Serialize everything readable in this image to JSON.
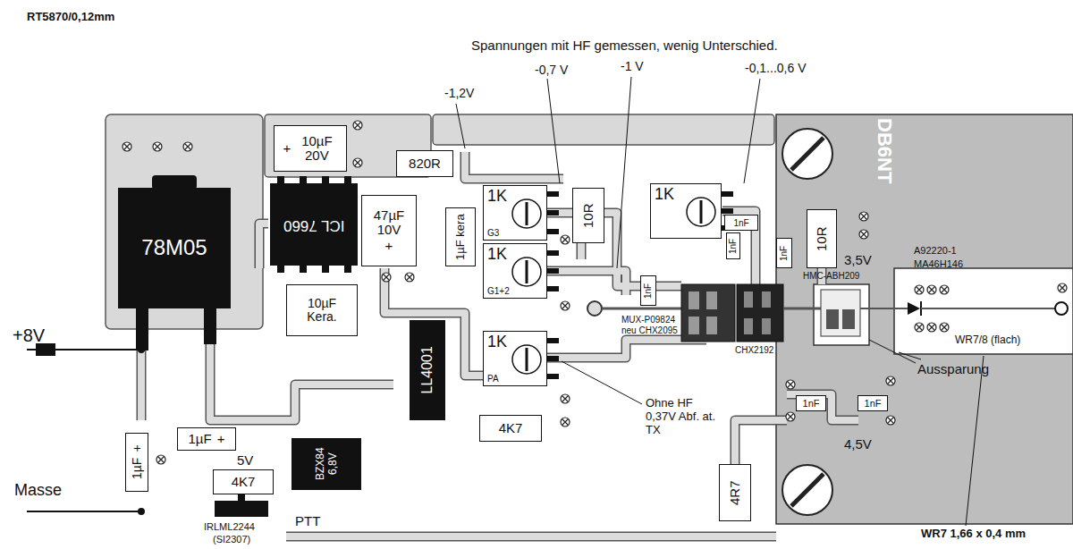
{
  "diagram": {
    "nodes": [
      {
        "text": [
          "78M05"
        ]
      },
      {
        "text": [
          "+",
          "10µF 20V"
        ]
      },
      {
        "text": [
          "ICL 7660"
        ]
      },
      {
        "text": [
          "47µF 10V",
          "+"
        ]
      },
      {
        "text": [
          "820R"
        ]
      },
      {
        "text": [
          "1µF kera"
        ]
      },
      {
        "text": [
          "10µF Kera."
        ]
      },
      {
        "text": [
          "LL4001"
        ]
      },
      {
        "text": [
          "1K",
          "G3"
        ]
      },
      {
        "text": [
          "1K",
          "G1+2"
        ]
      },
      {
        "text": [
          "1K",
          "PA"
        ]
      },
      {
        "text": [
          "10R"
        ]
      },
      {
        "text": [
          "1K"
        ]
      },
      {
        "text": [
          "1nF"
        ]
      },
      {
        "text": [
          "1nF"
        ]
      },
      {
        "text": [
          "1nF"
        ]
      },
      {
        "text": [
          "1nF"
        ]
      },
      {
        "text": [
          "10R"
        ]
      },
      {
        "text": [
          "1nF"
        ]
      },
      {
        "text": [
          "1nF"
        ]
      },
      {
        "text": [
          "1µF",
          "+"
        ]
      },
      {
        "text": [
          "4K7"
        ]
      },
      {
        "text": [
          "1µF",
          "+"
        ]
      },
      {
        "text": [
          "BZX84",
          "6,8V"
        ]
      },
      {
        "text": [
          "4K7"
        ]
      },
      {
        "text": [
          "4R7"
        ]
      }
    ],
    "labels": [
      "RT5870/0,12mm",
      "Spannungen mit HF gemessen, wenig Unterschied.",
      "-0,7 V",
      "-1 V",
      "-0,1...0,6 V",
      "-1,2V",
      "DB6NT",
      "3,5V",
      "A92220-1",
      "MA46H146",
      "WR7/8 (flach)",
      "Aussparung",
      "HMC-ABH209",
      "MUX-P09824",
      "neu CHX2095",
      "CHX2192",
      "Ohne HF 0,37V Abf. at. TX",
      "4,5V",
      "+8V",
      "Masse",
      "5V",
      "PTT",
      "IRLML2244",
      "(SI2307)",
      "WR7 1,66 x 0,4 mm"
    ]
  }
}
